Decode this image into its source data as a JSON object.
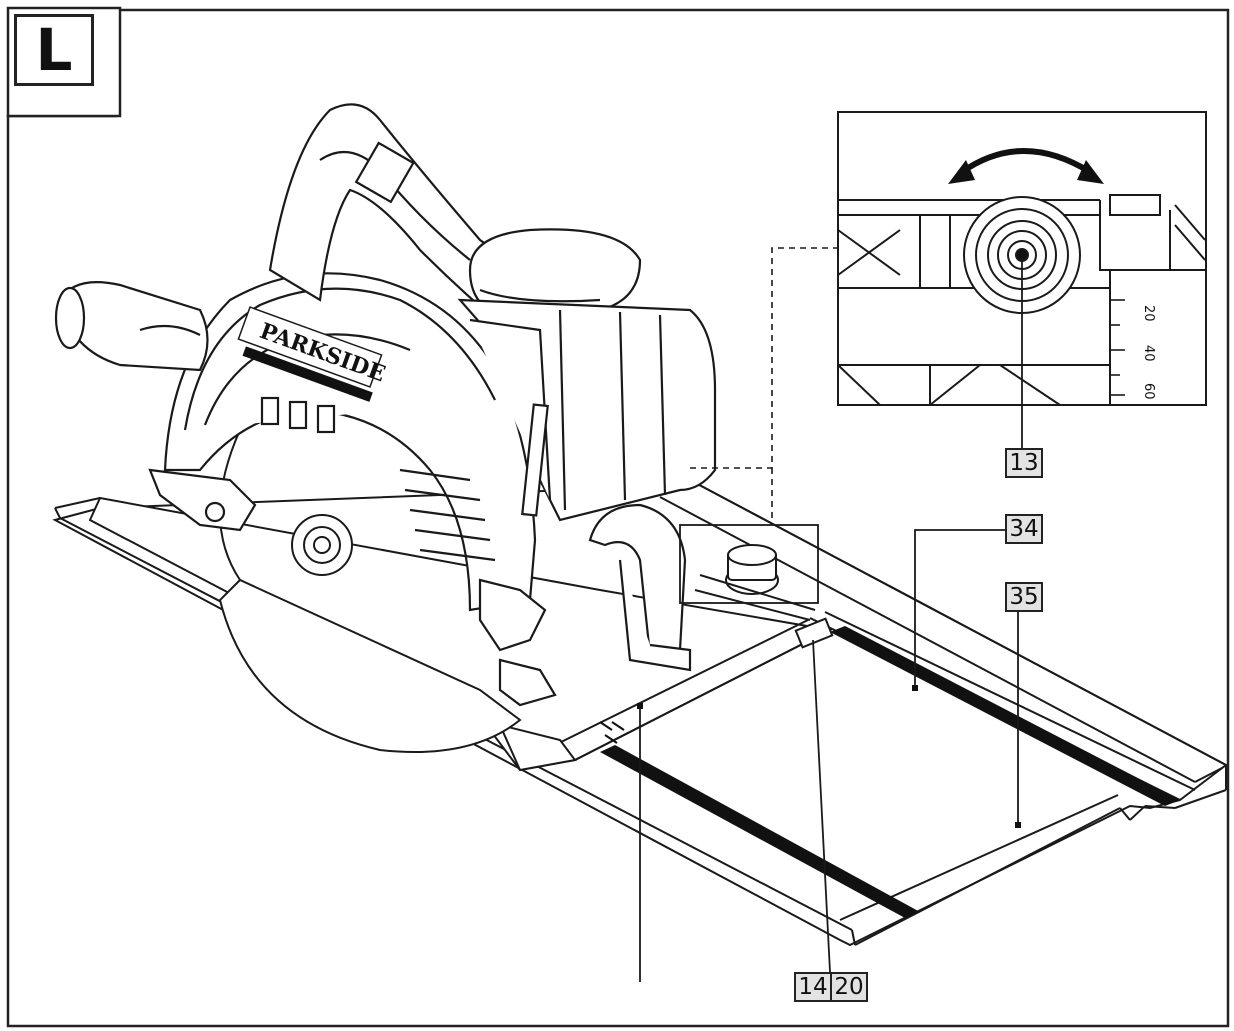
{
  "figure": {
    "letter": "L"
  },
  "brand": {
    "name": "PARKSIDE"
  },
  "callouts": {
    "c13": "13",
    "c34": "34",
    "c35": "35",
    "c14": "14",
    "c20": "20"
  },
  "scale": {
    "ticks": [
      "20",
      "40",
      "60"
    ]
  },
  "colors": {
    "line": "#1a1a1a",
    "label_fill": "#e3e3e3",
    "rail_stripe": "#111111"
  }
}
